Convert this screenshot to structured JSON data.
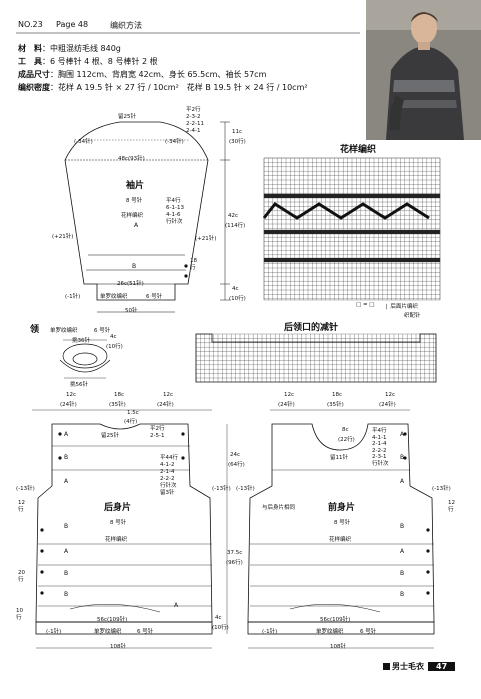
{
  "header": {
    "no": "NO.23",
    "page": "Page 48",
    "title": "编织方法"
  },
  "info": {
    "material_label": "材　料",
    "material": "中粗混纺毛线 840g",
    "tools_label": "工　具",
    "tools": "6 号棒针 4 根、8 号棒针 2 根",
    "size_label": "成品尺寸",
    "size": "胸围 112cm、背肩宽 42cm、身长 65.5cm、袖长 57cm",
    "gauge_label": "编织密度",
    "gauge": "花样 A 19.5 针 × 27 行 / 10cm²　花样 B 19.5 针 × 24 行 / 10cm²"
  },
  "sleeve": {
    "title": "袖片",
    "needle": "8 号针",
    "pattern": "花样编织",
    "a": "A",
    "b": "B",
    "top_stitches": "留25针",
    "bind_rule": [
      "平2行",
      "2-3-2",
      "2-2-11",
      "2-4-1"
    ],
    "left_dec": "(-34针)",
    "right_dec": "(-34针)",
    "width48": "48c(93针)",
    "cap_height": "11c",
    "cap_rows": "(30行)",
    "length": "42c",
    "length_rows": "(114行)",
    "inc_rule": [
      "平4行",
      "6-1-13",
      "4-1-6",
      "行针次"
    ],
    "left_inc": "(+21针)",
    "right_inc": "(+21针)",
    "b_rows": "18",
    "b_rows_unit": "行",
    "cuff_width": "26c(51针)",
    "cuff_dec": "(-1针)",
    "cuff_rib": "单罗纹编织",
    "cuff_needle": "6 号针",
    "cuff_height": "4c",
    "cuff_rows": "(10行)",
    "bottom": "50针"
  },
  "chart": {
    "title": "花样编织",
    "legend": [
      "□ = □",
      "❘ 后面片编织",
      "织配针"
    ]
  },
  "collar": {
    "title": "领",
    "rib": "单罗纹编织",
    "needle": "6 号针",
    "stitches_top": "挑36针",
    "height": "4c",
    "rows": "(10行)",
    "stitches_bottom": "挑56针"
  },
  "back_neck": {
    "title": "后领口的减针"
  },
  "back": {
    "title": "后身片",
    "needle": "8 号针",
    "pattern": "花样编织",
    "w_left": "12c",
    "w_left_st": "(24针)",
    "w_mid": "18c",
    "w_mid_st": "(35针)",
    "w_right": "12c",
    "w_right_st": "(24针)",
    "neck_h": "1.5c",
    "neck_rows": "(4行)",
    "top_stitches": "留25针",
    "neck_rule": [
      "平2行",
      "2-5-1"
    ],
    "arm_rule": [
      "平44行",
      "4-1-2",
      "2-1-4",
      "2-2-2",
      "行针次",
      "留3针"
    ],
    "left_dec": "(-13针)",
    "right_dec": "(-13针)",
    "arm_h": "24c",
    "arm_rows": "(64行)",
    "body_h": "37.5c",
    "body_rows": "(96行)",
    "side_rows_a": "12",
    "side_rows_a_unit": "行",
    "side_rows_b": "20",
    "side_rows_b_unit": "行",
    "side_rows_c": "10",
    "side_rows_c_unit": "行",
    "hem_width": "56c(109针)",
    "hem_dec": "(-1针)",
    "rib": "单罗纹编织",
    "rib_needle": "6 号针",
    "hem_h": "4c",
    "hem_rows": "(10行)",
    "bottom": "108针",
    "a": "A",
    "b": "B"
  },
  "front": {
    "title": "前身片",
    "needle": "8 号针",
    "pattern": "花样编织",
    "w_left": "12c",
    "w_left_st": "(24针)",
    "w_mid": "18c",
    "w_mid_st": "(35针)",
    "w_right": "12c",
    "w_right_st": "(24针)",
    "neck_h": "8c",
    "neck_rows": "(22行)",
    "neck_rule": [
      "平4行",
      "4-1-1",
      "2-1-4",
      "2-2-2",
      "2-3-1",
      "行针次"
    ],
    "mid_stitches": "留11针",
    "right_dec": "(-13针)",
    "left_dec": "(-13针)",
    "same_note": "与后身片相同",
    "side_rows": "12",
    "side_rows_unit": "行",
    "hem_width": "56c(109针)",
    "hem_dec": "(-1针)",
    "rib": "单罗纹编织",
    "rib_needle": "6 号针",
    "bottom": "108针",
    "a": "A",
    "b": "B"
  },
  "footer": {
    "label": "男士毛衣",
    "page": "47"
  }
}
